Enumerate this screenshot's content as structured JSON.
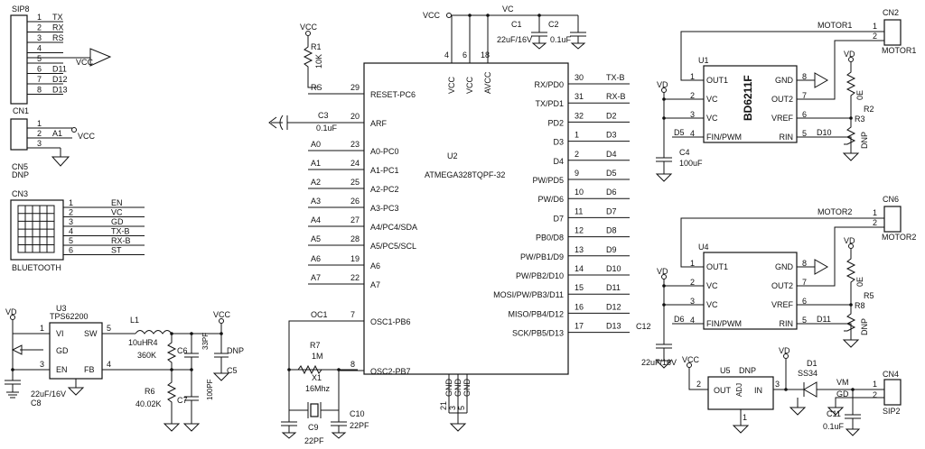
{
  "sip8": {
    "ref": "SIP8",
    "name": "CN1",
    "pins": [
      "1",
      "2",
      "3",
      "4",
      "5",
      "6",
      "7",
      "8"
    ],
    "nets": [
      "TX",
      "RX",
      "RS",
      "",
      "VCC",
      "D11",
      "D12",
      "D13"
    ]
  },
  "cn5": {
    "ref": "CN5",
    "note": "DNP",
    "pins": [
      "1",
      "2",
      "3"
    ],
    "nets": [
      "",
      "A1",
      "VCC"
    ]
  },
  "cn3": {
    "ref": "CN3",
    "name": "BLUETOOTH",
    "pins": [
      "1",
      "2",
      "3",
      "4",
      "5",
      "6"
    ],
    "nets": [
      "EN",
      "VC",
      "GD",
      "TX-B",
      "RX-B",
      "ST"
    ]
  },
  "u3": {
    "ref": "U3",
    "part": "TPS62200",
    "pins": [
      {
        "n": "1",
        "name": "VI"
      },
      {
        "n": "",
        "name": "GD"
      },
      {
        "n": "3",
        "name": "EN"
      },
      {
        "n": "5",
        "name": "SW"
      },
      {
        "n": "4",
        "name": "FB"
      }
    ]
  },
  "reg_parts": {
    "l1": "L1",
    "l1v": "10uH",
    "r4": "R4",
    "r4v": "360K",
    "r6": "R6",
    "r6v": "40.02K",
    "c6": "C6",
    "c6v": "33PF",
    "c7": "C7",
    "c7v": "100PF",
    "c5": "C5",
    "c5v": "DNP",
    "c8": "C8",
    "c8v": "22uF/16V",
    "vd": "VD",
    "vcc": "VCC"
  },
  "mcu": {
    "ref": "U2",
    "part": "ATMEGA328TQPF-32",
    "top_pins": [
      {
        "n": "4",
        "name": "VCC"
      },
      {
        "n": "6",
        "name": "VCC"
      },
      {
        "n": "18",
        "name": "AVCC"
      }
    ],
    "bottom_pins": [
      {
        "n": "21",
        "name": "GND"
      },
      {
        "n": "3",
        "name": "GND"
      },
      {
        "n": "5",
        "name": "GND"
      }
    ],
    "left": [
      {
        "net": "RS",
        "n": "29",
        "name": "RESET-PC6"
      },
      {
        "net": "C3",
        "n": "20",
        "name": "ARF"
      },
      {
        "net": "A0",
        "n": "23",
        "name": "A0-PC0"
      },
      {
        "net": "A1",
        "n": "24",
        "name": "A1-PC1"
      },
      {
        "net": "A2",
        "n": "25",
        "name": "A2-PC2"
      },
      {
        "net": "A3",
        "n": "26",
        "name": "A3-PC3"
      },
      {
        "net": "A4",
        "n": "27",
        "name": "A4/PC4/SDA"
      },
      {
        "net": "A5",
        "n": "28",
        "name": "A5/PC5/SCL"
      },
      {
        "net": "A6",
        "n": "19",
        "name": "A6"
      },
      {
        "net": "A7",
        "n": "22",
        "name": "A7"
      },
      {
        "net": "OC1",
        "n": "7",
        "name": "OSC1-PB6"
      },
      {
        "net": "",
        "n": "8",
        "name": "OSC2-PB7"
      }
    ],
    "right": [
      {
        "name": "RX/PD0",
        "n": "30",
        "net": "TX-B"
      },
      {
        "name": "TX/PD1",
        "n": "31",
        "net": "RX-B"
      },
      {
        "name": "PD2",
        "n": "32",
        "net": "D2"
      },
      {
        "name": "D3",
        "n": "1",
        "net": "D3"
      },
      {
        "name": "D4",
        "n": "2",
        "net": "D4"
      },
      {
        "name": "PW/PD5",
        "n": "9",
        "net": "D5"
      },
      {
        "name": "PW/D6",
        "n": "10",
        "net": "D6"
      },
      {
        "name": "D7",
        "n": "11",
        "net": "D7"
      },
      {
        "name": "PB0/D8",
        "n": "12",
        "net": "D8"
      },
      {
        "name": "PW/PB1/D9",
        "n": "13",
        "net": "D9"
      },
      {
        "name": "PW/PB2/D10",
        "n": "14",
        "net": "D10"
      },
      {
        "name": "MOSI/PW/PB3/D11",
        "n": "15",
        "net": "D11"
      },
      {
        "name": "MISO/PB4/D12",
        "n": "16",
        "net": "D12"
      },
      {
        "name": "SCK/PB5/D13",
        "n": "17",
        "net": "D13"
      }
    ]
  },
  "mcu_parts": {
    "vcc": "VCC",
    "vc": "VC",
    "r1": "R1",
    "r1v": "10K",
    "c1": "C1",
    "c1v": "22uF/16V",
    "c2": "C2",
    "c2v": "0.1uF",
    "c3": "C3",
    "c3v": "0.1uF",
    "r7": "R7",
    "r7v": "1M",
    "x1": "X1",
    "x1v": "16Mhz",
    "c9": "C9",
    "c9v": "22PF",
    "c10": "C10",
    "c10v": "22PF"
  },
  "u1": {
    "ref": "U1",
    "part": "BD6211F",
    "pins_l": [
      {
        "n": "1",
        "name": "OUT1"
      },
      {
        "n": "2",
        "name": "VC"
      },
      {
        "n": "3",
        "name": "VC"
      },
      {
        "n": "4",
        "name": "FIN/PWM"
      }
    ],
    "pins_r": [
      {
        "n": "8",
        "name": "GND"
      },
      {
        "n": "7",
        "name": "OUT2"
      },
      {
        "n": "6",
        "name": "VREF"
      },
      {
        "n": "5",
        "name": "RIN"
      }
    ],
    "fin_net": "D5",
    "rin_net": "D10",
    "motor": "MOTOR1",
    "cn": "CN2",
    "cnname": "MOTOR1",
    "r2": "R2",
    "r2v": "0E",
    "r3": "R3",
    "r3v": "DNP",
    "c": "C4",
    "cv": "100uF",
    "vd": "VD"
  },
  "u4": {
    "ref": "U4",
    "part": "BD6211F",
    "pins_l": [
      {
        "n": "1",
        "name": "OUT1"
      },
      {
        "n": "2",
        "name": "VC"
      },
      {
        "n": "3",
        "name": "VC"
      },
      {
        "n": "4",
        "name": "FIN/PWM"
      }
    ],
    "pins_r": [
      {
        "n": "8",
        "name": "GND"
      },
      {
        "n": "7",
        "name": "OUT2"
      },
      {
        "n": "6",
        "name": "VREF"
      },
      {
        "n": "5",
        "name": "RIN"
      }
    ],
    "fin_net": "D6",
    "rin_net": "D11",
    "motor": "MOTOR2",
    "cn": "CN6",
    "cnname": "MOTOR2",
    "r2": "R5",
    "r2v": "0E",
    "r3": "R8",
    "r3v": "DNP",
    "c": "C12",
    "cv": "22uF/16V",
    "vd": "VD"
  },
  "u5": {
    "ref": "U5",
    "note": "DNP",
    "pins": [
      {
        "n": "2",
        "name": "OUT"
      },
      {
        "n": "",
        "name": "ADJ"
      },
      {
        "n": "3",
        "name": "IN"
      },
      {
        "n": "1",
        "name": ""
      }
    ],
    "vcc": "VCC",
    "vd": "VD",
    "d1": "D1",
    "d1v": "SS34",
    "vm": "VM",
    "gd": "GD",
    "c11": "C11",
    "c11v": "0.1uF",
    "cn4": "CN4",
    "cn4name": "SIP2",
    "pin1": "1",
    "pin2": "2"
  }
}
